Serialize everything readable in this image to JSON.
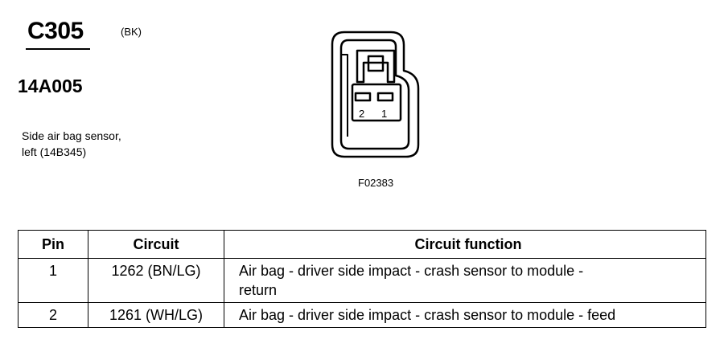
{
  "header": {
    "connector_id": "C305",
    "connector_color": "(BK)",
    "part_number": "14A005",
    "component_lines": [
      "Side air bag sensor,",
      "left (14B345)"
    ]
  },
  "diagram": {
    "pin_labels": [
      "2",
      "1"
    ],
    "figure_id": "F02383"
  },
  "table": {
    "headers": [
      "Pin",
      "Circuit",
      "Circuit function"
    ],
    "rows": [
      {
        "pin": "1",
        "circuit": "1262 (BN/LG)",
        "function_lines": [
          "Air bag - driver side impact - crash sensor to module -",
          "return"
        ]
      },
      {
        "pin": "2",
        "circuit": "1261 (WH/LG)",
        "function_lines": [
          "Air bag - driver side impact - crash sensor to module - feed"
        ]
      }
    ]
  }
}
